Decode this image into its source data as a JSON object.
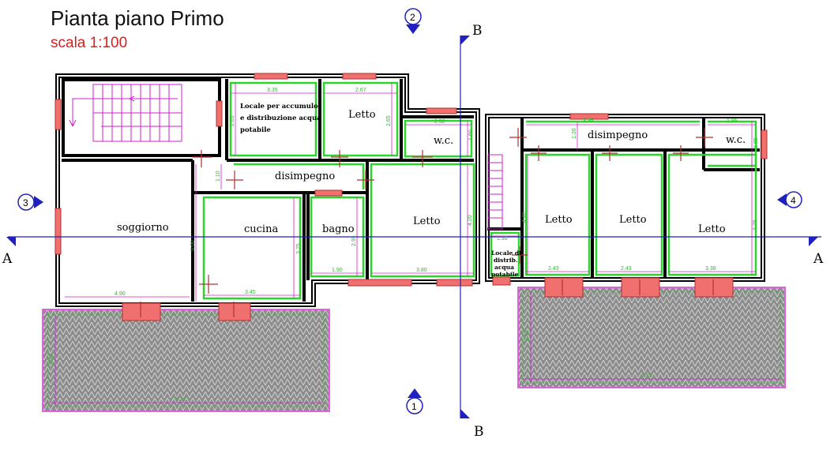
{
  "title": "Pianta piano Primo",
  "scale": "scala 1:100",
  "rooms": {
    "accumulo": [
      "Locale per accumulo",
      "e distribuzione acqua",
      "potabile"
    ],
    "letto_top": "Letto",
    "wc_left": "w.c.",
    "disimpegno_left": "disimpegno",
    "soggiorno": "soggiorno",
    "cucina": "cucina",
    "bagno": "bagno",
    "letto_mid": "Letto",
    "disimpegno_right": "disimpegno",
    "wc_right": "w.c.",
    "letto_r1": "Letto",
    "letto_r2": "Letto",
    "letto_r3": "Letto",
    "distrib": [
      "Locale di",
      "distrib.",
      "acqua",
      "potabile"
    ]
  },
  "dims": {
    "d335a": "3.35",
    "d267": "2.67",
    "d265a": "2.65",
    "d265b": "2.65",
    "d252": "2.52",
    "d160": "1.60",
    "d110": "1.10",
    "d500": "5.00",
    "d375": "3.75",
    "d295": "2.95",
    "d420": "4.20",
    "d490": "4.90",
    "d345a": "3.45",
    "d190": "1.90",
    "d380": "3.80",
    "d335b": "3.35",
    "d120": "1.20",
    "d195": "1.95",
    "d185": "1.85",
    "d440": "4.40",
    "d376": "3.76",
    "d130": "1.30",
    "d243a": "2.43",
    "d243b": "2.43",
    "d338": "3.38",
    "d345b": "3.45",
    "d922": "9.22",
    "d345c": "3.45",
    "d925": "9.25"
  },
  "section_labels": {
    "a_left": "A",
    "a_right": "A",
    "b_top": "B",
    "b_bottom": "B"
  },
  "markers": {
    "m1": "1",
    "m2": "2",
    "m3": "3",
    "m4": "4"
  }
}
